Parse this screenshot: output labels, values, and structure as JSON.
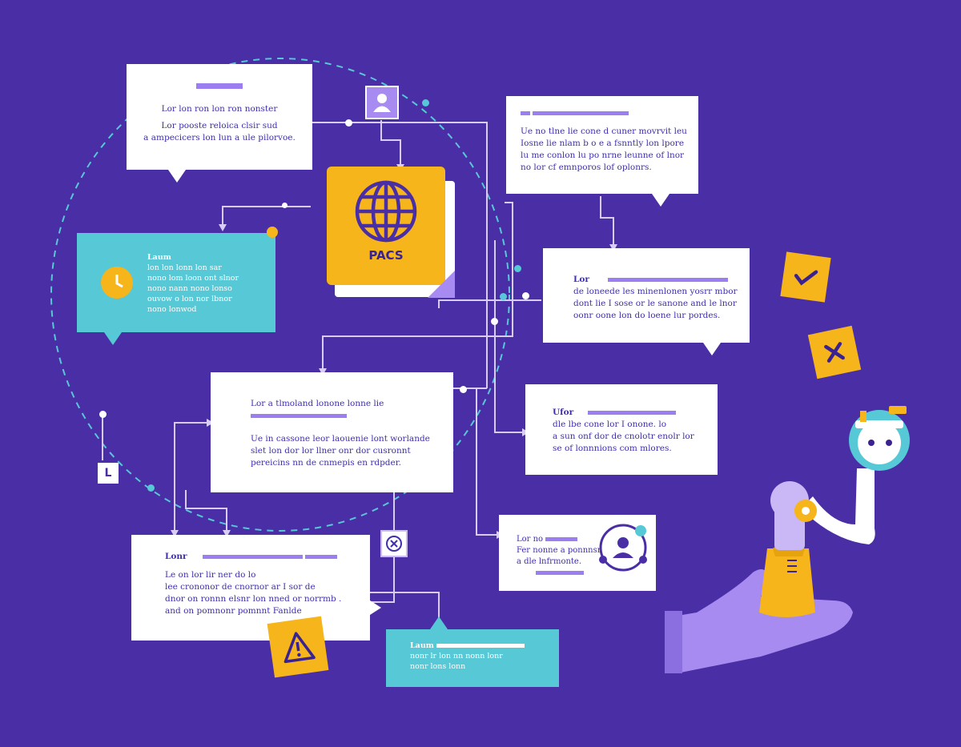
{
  "colors": {
    "background": "#4a2ea6",
    "card": "#ffffff",
    "card_text": "#3f2fb0",
    "teal": "#56c8d6",
    "accent_yellow": "#f6b51a",
    "lavender": "#a88bf0"
  },
  "hub": {
    "label": "PACS",
    "icon": "globe-icon"
  },
  "cards": {
    "top_left": {
      "lines": [
        "Lor lon ron lon ron nonster",
        "Lor pooste reloica clsir sud",
        "a ampecicers lon lun a ule pilorvoe."
      ]
    },
    "teal_left": {
      "lines": [
        "Laum",
        "lon lon lonn lon sar",
        "nono lom loon ont slnor",
        "nono nann nono lonso",
        "ouvow o lon nor lbnor",
        "nono lonwod"
      ]
    },
    "top_right": {
      "lines": [
        "Ue no tlne lie cone d cuner movrvit leuter.",
        "Iosne lie nlam b o e a fsnntly lon lpore",
        "lu me conlon lu po nrne leunne of lnor",
        "no lor cf emnporos lof oplonrs."
      ]
    },
    "mid_right": {
      "lines": [
        "Lor",
        "de loneede les minenlonen yosrr mbor",
        "dont lie I sose or le sanone and le lnor",
        "oonr oone lon do loene lur pordes."
      ]
    },
    "center": {
      "lines": [
        "Lor a tlmoland",
        "lonone lonne lie",
        "Ue in cassone leor laouenie lont worlande",
        "slet lon dor lor llner onr dor cusronnt",
        "pereicins nn de cnmepis en rdpder."
      ]
    },
    "right_mid": {
      "lines": [
        "Ufor",
        "dle lbe cone lor I onone. lo",
        "a sun onf dor de cnolotr enolr lor",
        "se of lonnnions com mlores."
      ]
    },
    "right_small": {
      "lines": [
        "Lor no",
        "Fer nonne a ponnnsr",
        "a dle lnfrmonte."
      ]
    },
    "bottom_left": {
      "lines": [
        "Lonr",
        "Le on lor lir ner do lo",
        "lee crononor de cnornor ar I sor de",
        "dnor on ronnn elsnr lon nned or norrmb .",
        "and on pomnonr pomnnt Fanlde"
      ]
    },
    "bottom_teal": {
      "lines": [
        "Laum",
        "nonr lr lon nn nonn lonr",
        "nonr lons lonn"
      ]
    }
  },
  "markers": {
    "checkmark": "checkmark-icon",
    "cross": "cross-icon",
    "warning": "warning-icon",
    "close_box": "close-circle-icon",
    "user_box": "user-icon",
    "robot": "robot-arm-icon",
    "hand": "hand-icon",
    "people": "people-network-icon",
    "small_letter": "L"
  }
}
